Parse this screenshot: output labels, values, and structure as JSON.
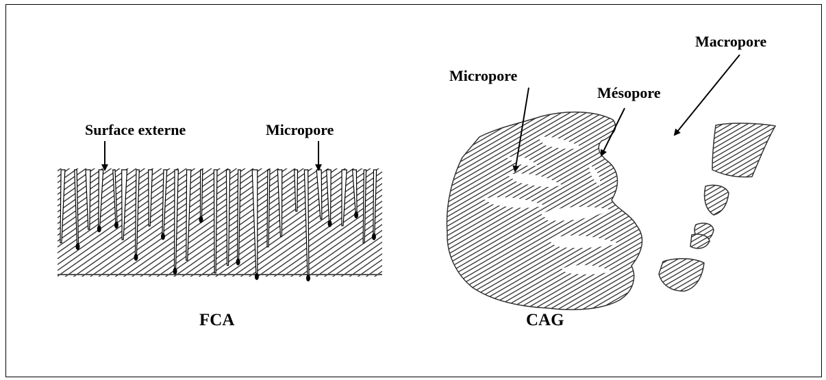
{
  "labels": {
    "surface_externe": "Surface externe",
    "micropore_left": "Micropore",
    "micropore_right": "Micropore",
    "mesopore": "Mésopore",
    "macropore": "Macropore"
  },
  "captions": {
    "fca": "FCA",
    "cag": "CAG"
  },
  "colors": {
    "ink": "#000000",
    "background": "#ffffff"
  }
}
